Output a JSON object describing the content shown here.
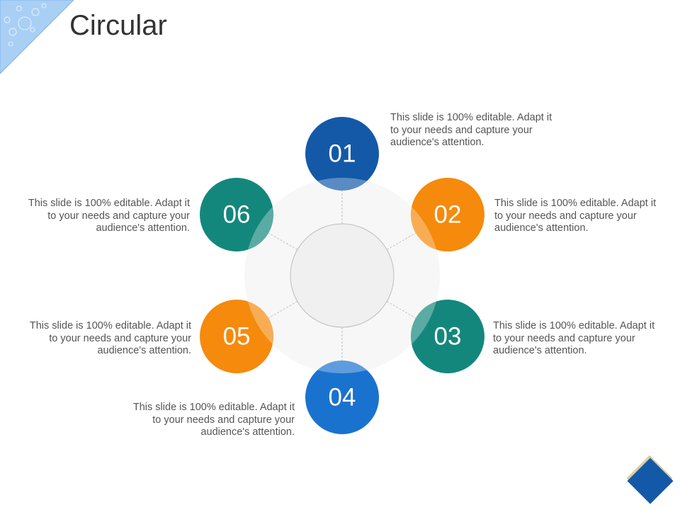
{
  "slide": {
    "title": "Circular"
  },
  "diagram": {
    "nodes": [
      {
        "id": "01",
        "label": "01",
        "color": "#1459a8",
        "description": "This slide is 100% editable. Adapt it to your needs and capture your audience's attention."
      },
      {
        "id": "02",
        "label": "02",
        "color": "#f58a0c",
        "description": "This slide is 100% editable. Adapt it to your needs and capture your audience's attention."
      },
      {
        "id": "03",
        "label": "03",
        "color": "#14877d",
        "description": "This slide is 100% editable. Adapt it to your needs and capture your audience's attention."
      },
      {
        "id": "04",
        "label": "04",
        "color": "#1a72cf",
        "description": "This slide is 100% editable. Adapt it to your needs and capture your audience's attention."
      },
      {
        "id": "05",
        "label": "05",
        "color": "#f58a0c",
        "description": "This slide is 100% editable. Adapt it to your needs and capture your audience's attention."
      },
      {
        "id": "06",
        "label": "06",
        "color": "#14877d",
        "description": "This slide is 100% editable. Adapt it to your needs and capture your audience's attention."
      }
    ],
    "colors": {
      "hub_fill": "#f0f0f0",
      "hub_stroke": "#bdbdbd",
      "halo_fill": "#f7f7f7",
      "connector": "#bdbdbd",
      "corner_accent": "#9ec8f2",
      "nav_diamond": "#1459a8"
    }
  }
}
